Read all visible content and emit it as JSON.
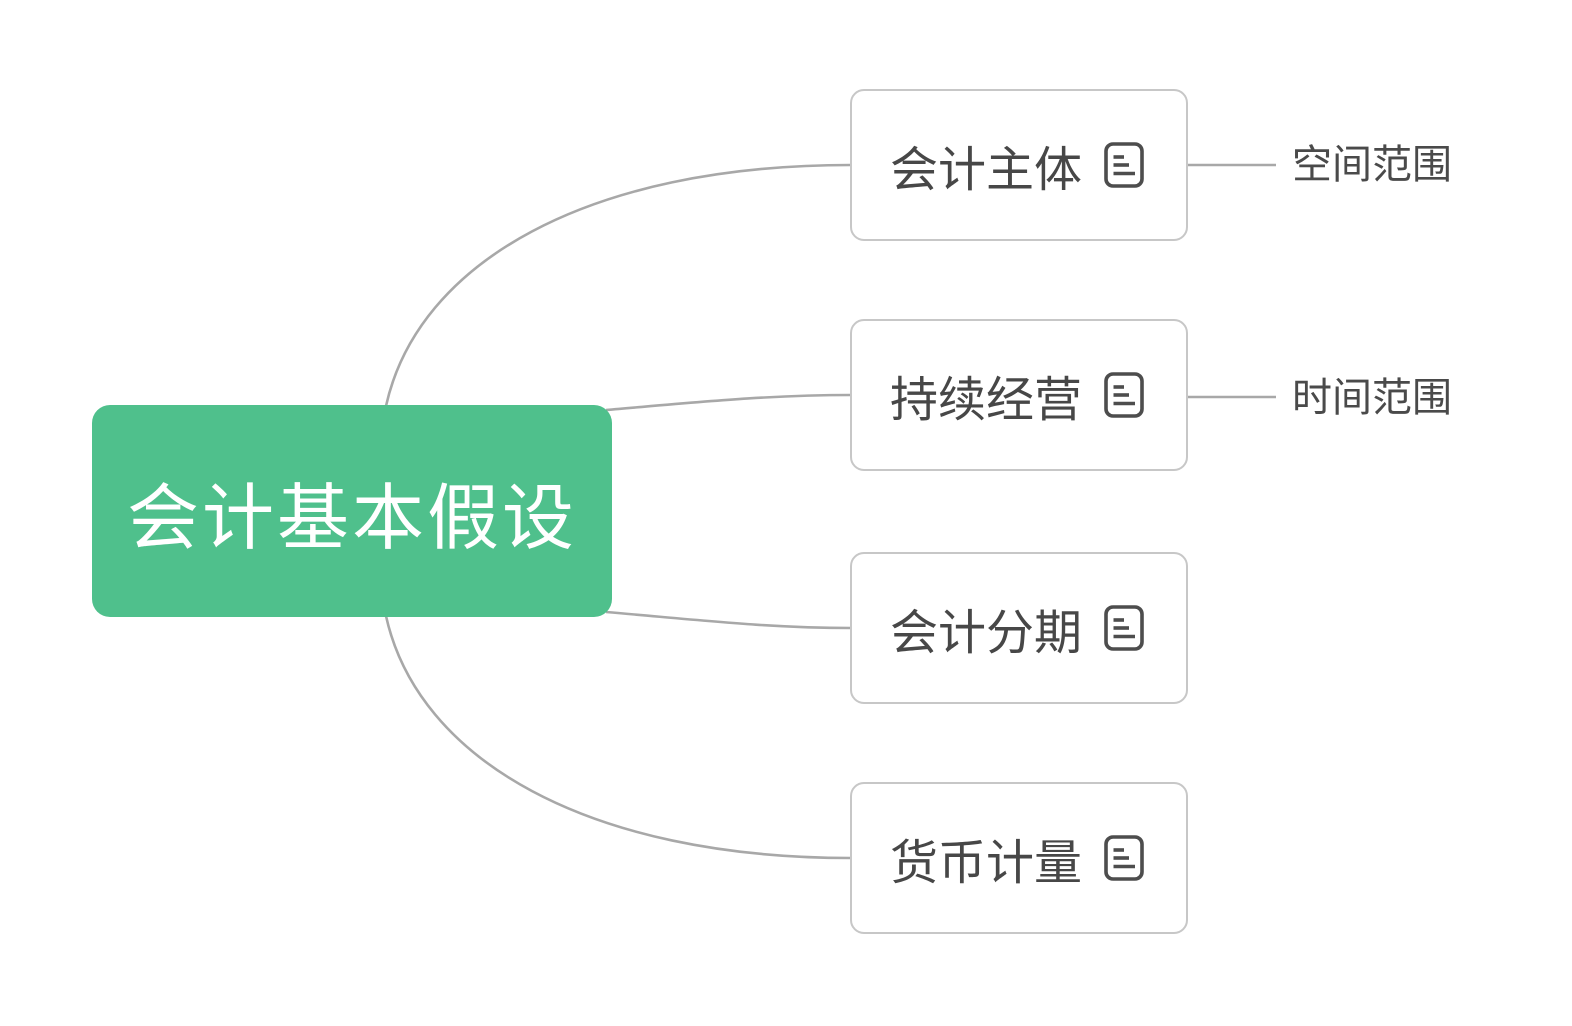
{
  "mindmap": {
    "root": {
      "label": "会计基本假设",
      "bg_color": "#4fc08c",
      "text_color": "#ffffff"
    },
    "children": [
      {
        "label": "会计主体",
        "icon": "notes-icon",
        "callout": "空间范围"
      },
      {
        "label": "持续经营",
        "icon": "notes-icon",
        "callout": "时间范围"
      },
      {
        "label": "会计分期",
        "icon": "notes-icon",
        "callout": ""
      },
      {
        "label": "货币计量",
        "icon": "notes-icon",
        "callout": ""
      }
    ],
    "colors": {
      "connector": "#a8a8a8",
      "node_border": "#c7c7c7",
      "node_text": "#474747",
      "callout_text": "#4a4a4a",
      "icon_stroke": "#4d4d4d",
      "background": "#ffffff"
    }
  }
}
